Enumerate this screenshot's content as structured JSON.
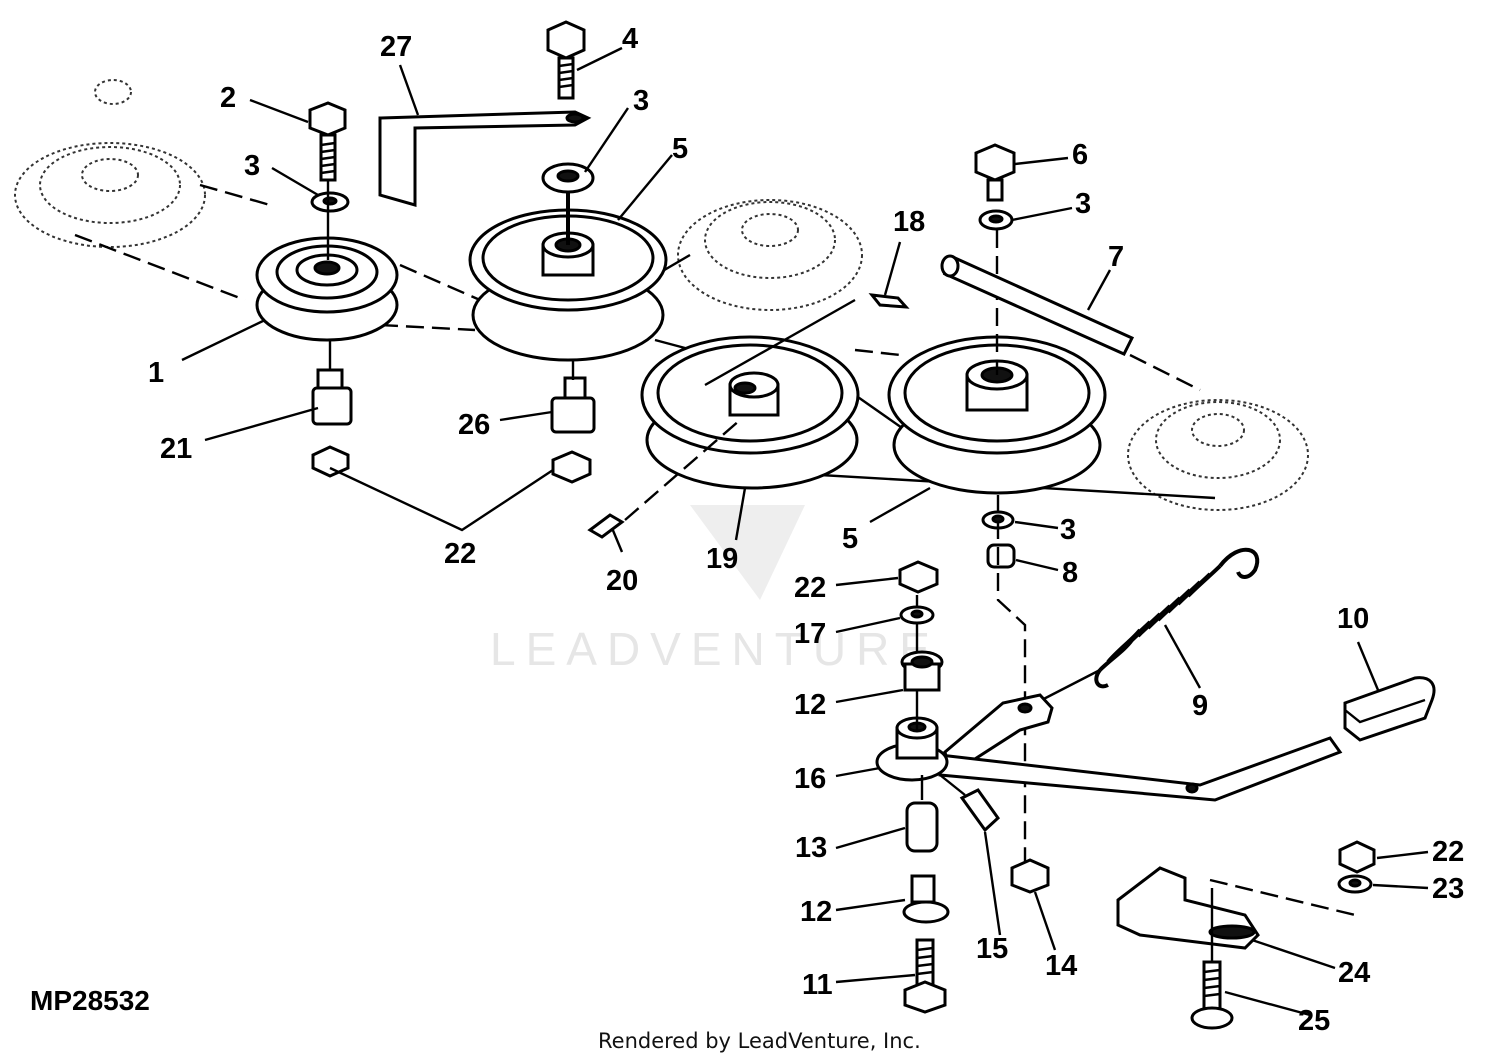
{
  "figure_id": "MP28532",
  "credit": "Rendered by LeadVenture, Inc.",
  "watermark": "LEADVENTURE",
  "callouts": {
    "c1": "1",
    "c2": "2",
    "c3a": "3",
    "c3b": "3",
    "c3c": "3",
    "c3d": "3",
    "c4": "4",
    "c5a": "5",
    "c5b": "5",
    "c6": "6",
    "c7": "7",
    "c8": "8",
    "c9": "9",
    "c10": "10",
    "c11": "11",
    "c12a": "12",
    "c12b": "12",
    "c13": "13",
    "c14": "14",
    "c15": "15",
    "c16": "16",
    "c17": "17",
    "c18": "18",
    "c19": "19",
    "c20": "20",
    "c21": "21",
    "c22a": "22",
    "c22b": "22",
    "c22c": "22",
    "c23": "23",
    "c24": "24",
    "c25": "25",
    "c26": "26",
    "c27": "27"
  }
}
